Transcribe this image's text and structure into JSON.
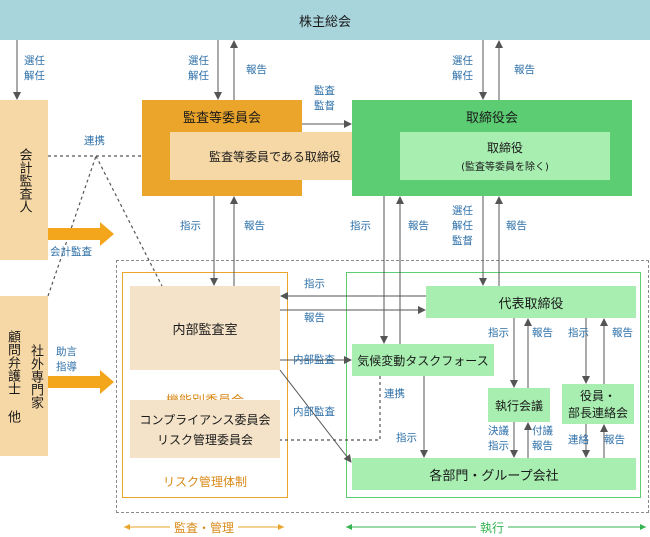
{
  "shareholders_meeting": "株主総会",
  "accounting_auditor": "会計監査人",
  "external_experts": [
    "社外専門家",
    "顧問弁護士 他"
  ],
  "audit_committee": {
    "title": "監査等委員会",
    "inner": "監査等委員である取締役"
  },
  "board": {
    "title": "取締役会",
    "inner_line1": "取締役",
    "inner_line2": "(監査等委員を除く)"
  },
  "internal_audit": "内部監査室",
  "functional_committees": {
    "title": "機能別委員会",
    "line1": "コンプライアンス委員会",
    "line2": "リスク管理委員会"
  },
  "risk_system": "リスク管理体制",
  "president": "代表取締役",
  "climate_task_force": "気候変動タスクフォース",
  "executive_meeting": "執行会議",
  "officers_meeting": [
    "役員・",
    "部長連絡会"
  ],
  "departments": "各部門・グループ会社",
  "labels": {
    "appoint_dismiss": [
      "選任",
      "解任"
    ],
    "appoint_dismiss_supervise": [
      "選任",
      "解任",
      "監督"
    ],
    "report": "報告",
    "audit_supervise": [
      "監査",
      "監督"
    ],
    "liaison": "連携",
    "accounting_audit": "会計監査",
    "advice_guidance": [
      "助言",
      "指導"
    ],
    "instruct": "指示",
    "internal_audit_flow": "内部監査",
    "decide_instruct": [
      "決議",
      "指示"
    ],
    "refer_report": [
      "付議",
      "報告"
    ],
    "contact": "連絡"
  },
  "footer": {
    "audit_management": "監査・管理",
    "execution": "執行"
  },
  "colors": {
    "top_bar": "#a8d4dc",
    "orange": "#eba52a",
    "tan": "#f6d8a6",
    "green": "#5ccd73",
    "light_green": "#a7eeb0",
    "pale_tan": "#f4e3c9",
    "label_blue": "#2c6fa8",
    "arrow_orange": "#f3a61c"
  }
}
